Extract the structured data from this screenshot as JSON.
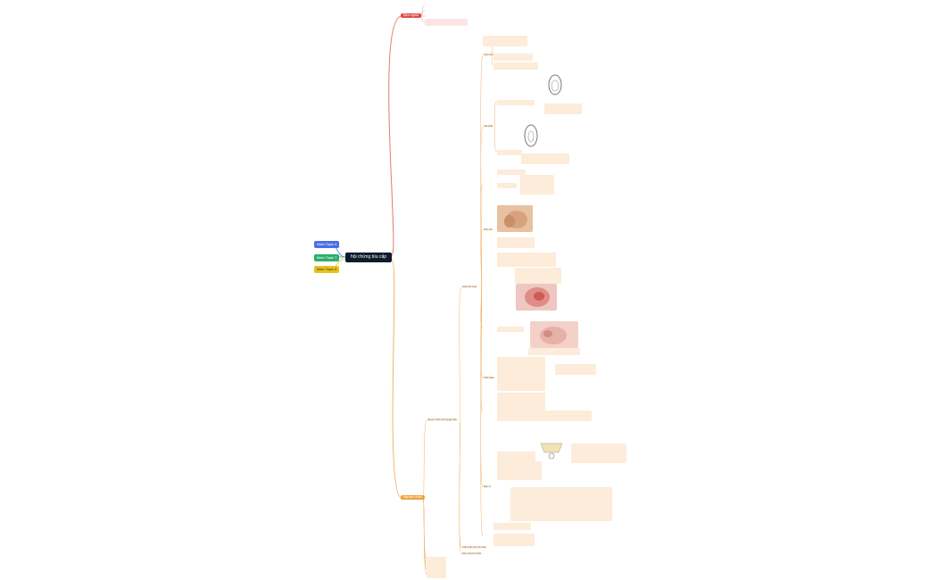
{
  "central": {
    "title": "hội chứng bìu cấp"
  },
  "left_topics": [
    {
      "label": "Main Topic 4",
      "color": "#4a6fe3"
    },
    {
      "label": "Main Topic 7",
      "color": "#2eae6b"
    },
    {
      "label": "Main Topic 8",
      "color": "#e8c21c"
    }
  ],
  "branches": {
    "top": {
      "label": "Định nghĩa",
      "color": "#e14b4b"
    },
    "bottom": {
      "label": "Nguyên nhân",
      "color": "#f0a23c"
    }
  },
  "colors": {
    "top_line": "#e77a6a",
    "bottom_line": "#f2b36b",
    "node_bg": "#fff4e6"
  },
  "nodes": {
    "xoan": "Xoắn tinh hoàn",
    "nguyen_nhan_thuong_gap": "Nguyên nhân thường gặp nhất",
    "trieu_chung": "Triệu chứng",
    "giai_phau": "Giải phẫu",
    "hinh_anh": "Hình ảnh",
    "chan_doan": "Chẩn đoán",
    "dieu_tri": "Điều trị",
    "xoan_phan_phu": "Xoắn phần phụ tinh hoàn",
    "viem_mao_tinh": "Viêm mào tinh hoàn"
  }
}
